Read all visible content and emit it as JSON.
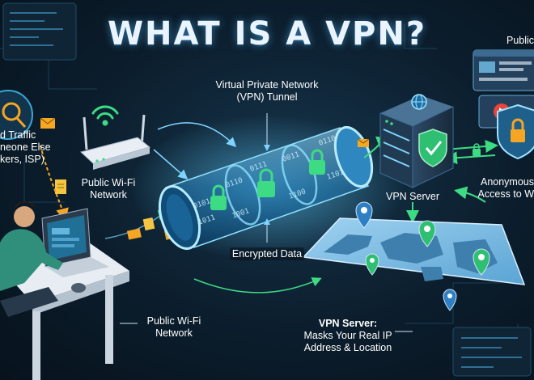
{
  "title": "WHAT IS A VPN?",
  "labels": {
    "tunnel_title": "Virtual Private Network",
    "tunnel_sub": "(VPN) Tunnel",
    "traffic_1": "d Traffic",
    "traffic_2": "neone Else",
    "traffic_3": "kers, ISP)",
    "wifi_top_1": "Public Wi-Fi",
    "wifi_top_2": "Network",
    "vpn_server": "VPN Server",
    "anon_1": "Anonymous",
    "anon_2": "Access to W",
    "public_top": "Public",
    "encrypted": "Encrypted Data",
    "wifi_bottom_1": "Public Wi-Fi",
    "wifi_bottom_2": "Network",
    "server_detail_1": "VPN Server:",
    "server_detail_2": "Masks Your Real IP",
    "server_detail_3": "Address & Location"
  },
  "binary": [
    "0101",
    "1011",
    "0110",
    "1001",
    "0111",
    "0011",
    "1100",
    "0110",
    "1101"
  ],
  "colors": {
    "accent_blue": "#4fc3ff",
    "accent_green": "#3ddc84",
    "accent_orange": "#f5a623",
    "panel": "#1a2e42"
  }
}
